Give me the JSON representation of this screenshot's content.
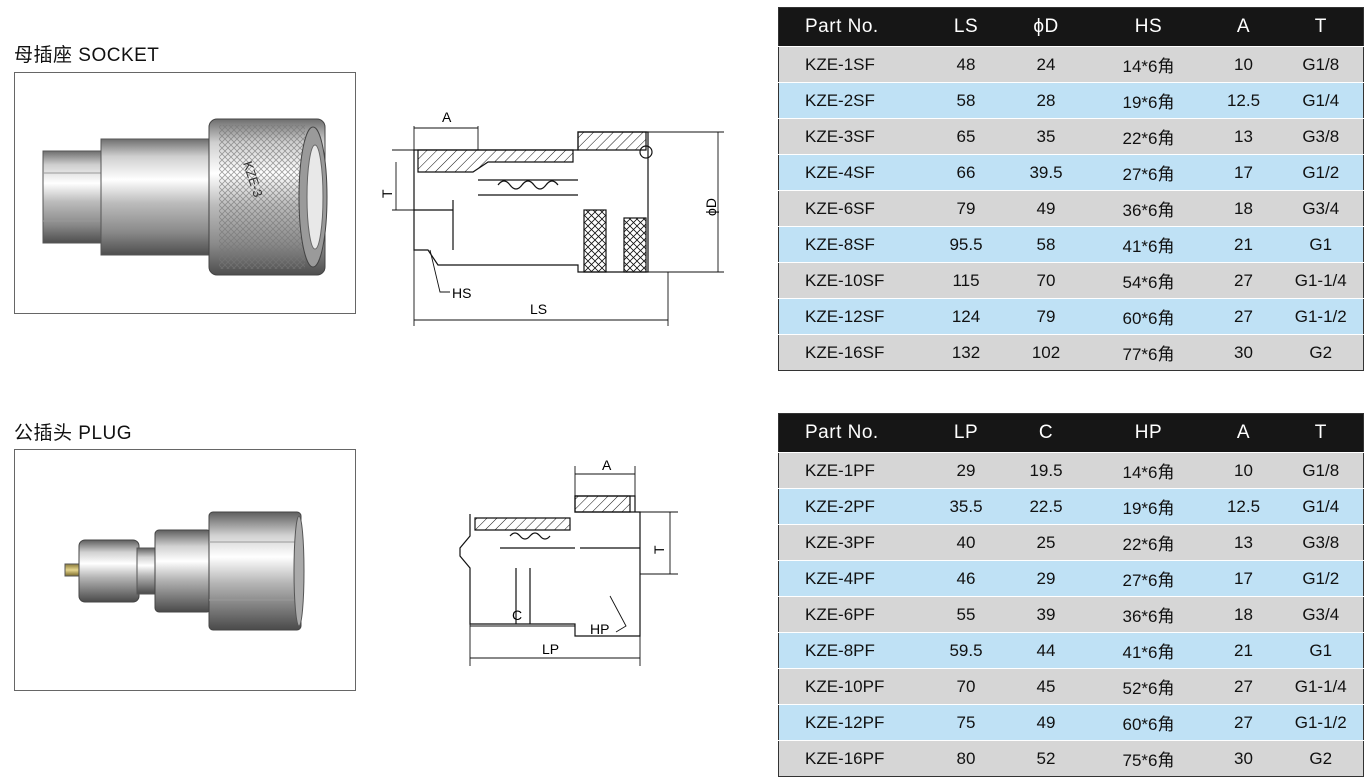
{
  "socket": {
    "title": "母插座 SOCKET",
    "dim_labels": {
      "a": "A",
      "t": "T",
      "hs": "HS",
      "ls": "LS",
      "d": "ϕD"
    },
    "table": {
      "headers": [
        "Part No.",
        "LS",
        "ϕD",
        "HS",
        "A",
        "T"
      ],
      "rows": [
        [
          "KZE-1SF",
          "48",
          "24",
          "14*6角",
          "10",
          "G1/8"
        ],
        [
          "KZE-2SF",
          "58",
          "28",
          "19*6角",
          "12.5",
          "G1/4"
        ],
        [
          "KZE-3SF",
          "65",
          "35",
          "22*6角",
          "13",
          "G3/8"
        ],
        [
          "KZE-4SF",
          "66",
          "39.5",
          "27*6角",
          "17",
          "G1/2"
        ],
        [
          "KZE-6SF",
          "79",
          "49",
          "36*6角",
          "18",
          "G3/4"
        ],
        [
          "KZE-8SF",
          "95.5",
          "58",
          "41*6角",
          "21",
          "G1"
        ],
        [
          "KZE-10SF",
          "115",
          "70",
          "54*6角",
          "27",
          "G1-1/4"
        ],
        [
          "KZE-12SF",
          "124",
          "79",
          "60*6角",
          "27",
          "G1-1/2"
        ],
        [
          "KZE-16SF",
          "132",
          "102",
          "77*6角",
          "30",
          "G2"
        ]
      ]
    }
  },
  "plug": {
    "title": "公插头 PLUG",
    "dim_labels": {
      "a": "A",
      "t": "T",
      "c": "C",
      "hp": "HP",
      "lp": "LP"
    },
    "table": {
      "headers": [
        "Part No.",
        "LP",
        "C",
        "HP",
        "A",
        "T"
      ],
      "rows": [
        [
          "KZE-1PF",
          "29",
          "19.5",
          "14*6角",
          "10",
          "G1/8"
        ],
        [
          "KZE-2PF",
          "35.5",
          "22.5",
          "19*6角",
          "12.5",
          "G1/4"
        ],
        [
          "KZE-3PF",
          "40",
          "25",
          "22*6角",
          "13",
          "G3/8"
        ],
        [
          "KZE-4PF",
          "46",
          "29",
          "27*6角",
          "17",
          "G1/2"
        ],
        [
          "KZE-6PF",
          "55",
          "39",
          "36*6角",
          "18",
          "G3/4"
        ],
        [
          "KZE-8PF",
          "59.5",
          "44",
          "41*6角",
          "21",
          "G1"
        ],
        [
          "KZE-10PF",
          "70",
          "45",
          "52*6角",
          "27",
          "G1-1/4"
        ],
        [
          "KZE-12PF",
          "75",
          "49",
          "60*6角",
          "27",
          "G1-1/2"
        ],
        [
          "KZE-16PF",
          "80",
          "52",
          "75*6角",
          "30",
          "G2"
        ]
      ]
    }
  },
  "part_marking": "KZE-3"
}
